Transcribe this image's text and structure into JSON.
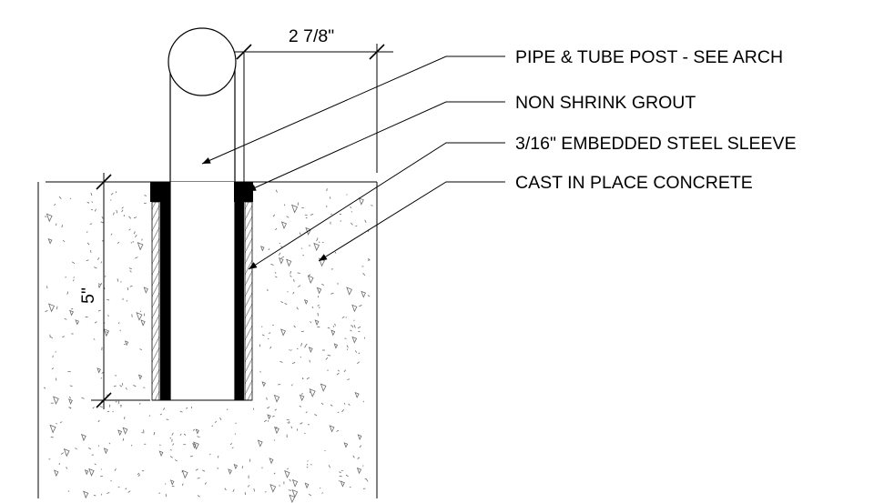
{
  "callouts": [
    {
      "id": "post",
      "label": "PIPE & TUBE POST - SEE ARCH"
    },
    {
      "id": "grout",
      "label": "NON SHRINK GROUT"
    },
    {
      "id": "sleeve",
      "label": "3/16\" EMBEDDED STEEL SLEEVE"
    },
    {
      "id": "concrete",
      "label": "CAST IN PLACE CONCRETE"
    }
  ],
  "dimensions": {
    "post_diameter": "2 7/8\"",
    "embed_depth": "5\""
  },
  "colors": {
    "line": "#000000",
    "background": "#ffffff",
    "sleeve_hatch": "#9a9a9a",
    "aggregate": "#6a6a6a"
  }
}
